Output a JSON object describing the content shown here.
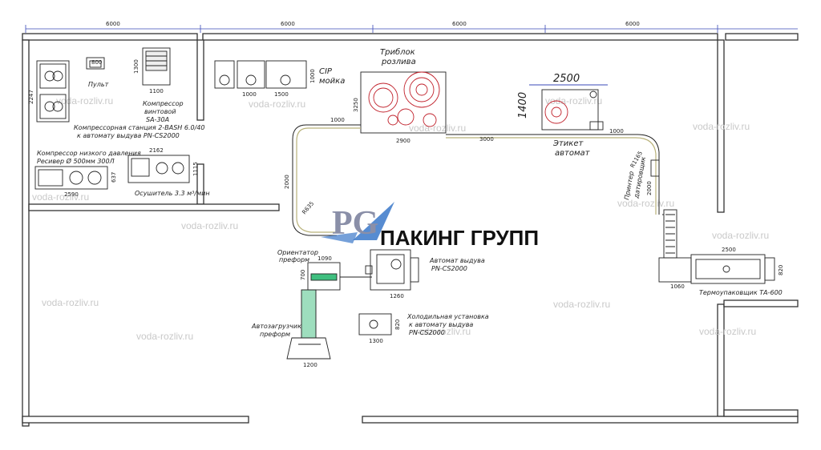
{
  "colors": {
    "wall": "#ffffff",
    "wall_stroke": "#333333",
    "dim": "#3a4ab8",
    "line": "#222222",
    "machine_red": "#c0202a",
    "conveyor": "#b9b27a",
    "green": "#3fbf7f",
    "logo_blue": "#3a78c9",
    "logo_gray": "#8a8fa8",
    "watermark": "#c9c9c9"
  },
  "top_dims": [
    "6000",
    "6000",
    "6000",
    "6000"
  ],
  "left_dim": "2247",
  "logo": {
    "text": "ПАКИНГ ГРУПП",
    "mark": "PG"
  },
  "watermarks": [
    "voda-rozliv.ru"
  ],
  "equipment": {
    "remote": {
      "label": "Пульт",
      "dim_w": "800"
    },
    "screw_compressor": {
      "label_line1": "Компрессор",
      "label_line2": "винтовой",
      "label_line3": "SA-30A",
      "dim_w": "1100",
      "dim_h": "1300"
    },
    "compressor_station": {
      "label_line1": "Компрессорная станция 2-BASH 6.0/40",
      "label_line2": "к автомату выдува PN-CS2000"
    },
    "low_pressure": {
      "label_line1": "Компрессор низкого давления",
      "label_line2": "Ресивер Ø 500мм 300Л",
      "dim_w": "2590",
      "dim_h": "637"
    },
    "dryer": {
      "label": "Осушитель 3.3 м³/мин",
      "dim_w": "2162",
      "dim_h": "1115"
    },
    "cip": {
      "label_line1": "CIP",
      "label_line2": "мойка",
      "dim_w1": "1000",
      "dim_w2": "1500",
      "dim_h": "1000"
    },
    "triblock": {
      "label_line1": "Триблок",
      "label_line2": "розлива",
      "dim_w": "2900",
      "dim_h": "3250",
      "dim_conv": "1000"
    },
    "labeler": {
      "label_line1": "Этикет",
      "label_line2": "автомат",
      "dim_w": "2500",
      "dim_h": "1400",
      "dim_conv1": "3000",
      "dim_conv2": "1000"
    },
    "printer": {
      "label_line1": "Принтер",
      "label_line2": "датировщик",
      "dim_r": "R1165",
      "dim_v": "2000"
    },
    "shrink": {
      "label": "Термоупаковщик ТА-600",
      "dim_w": "2500",
      "dim_h": "820",
      "dim_in": "1060"
    },
    "conveyor_left": {
      "dim_v": "2000",
      "dim_r": "R635"
    },
    "orientator": {
      "label_line1": "Ориентатор",
      "label_line2": "преформ",
      "dim_w": "1090",
      "dim_h": "700"
    },
    "preform_loader": {
      "label_line1": "Автозагрузчик",
      "label_line2": "преформ",
      "dim_w": "1200"
    },
    "blow_moulder": {
      "label_line1": "Автомат выдува",
      "label_line2": "PN-CS2000",
      "dim_w": "1260"
    },
    "chiller": {
      "label_line1": "Холодильная установка",
      "label_line2": "к автомату выдува",
      "label_line3": "PN-CS2000",
      "dim_w": "1300",
      "dim_h": "820"
    }
  }
}
